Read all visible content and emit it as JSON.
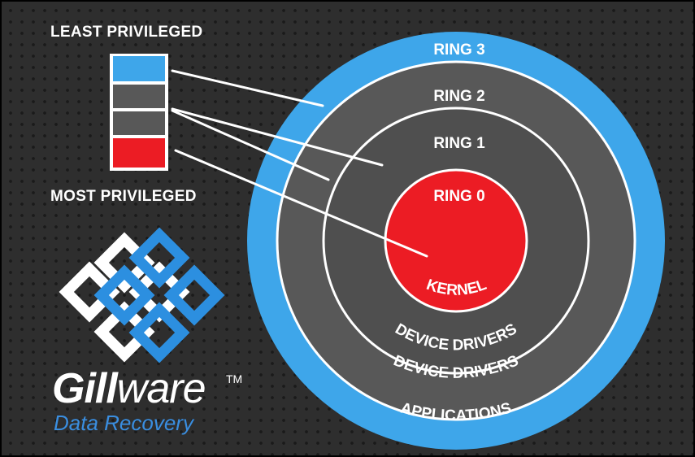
{
  "labels": {
    "least_privileged": "LEAST PRIVILEGED",
    "most_privileged": "MOST PRIVILEGED"
  },
  "rings": [
    {
      "name": "RING 3",
      "role": "APPLICATIONS",
      "color": "#3ea6ea"
    },
    {
      "name": "RING 2",
      "role": "DEVICE DRIVERS",
      "color": "#585858"
    },
    {
      "name": "RING 1",
      "role": "DEVICE DRIVERS",
      "color": "#4f4f4f"
    },
    {
      "name": "RING 0",
      "role": "KERNEL",
      "color": "#ec1c24"
    }
  ],
  "legend_boxes": [
    {
      "color": "#3ea6ea"
    },
    {
      "color": "#585858"
    },
    {
      "color": "#585858"
    },
    {
      "color": "#ec1c24"
    }
  ],
  "logo": {
    "brand_bold": "Gill",
    "brand_light": "ware",
    "trademark": "TM",
    "tagline": "Data Recovery",
    "brand_color": "#3a8ee0"
  }
}
